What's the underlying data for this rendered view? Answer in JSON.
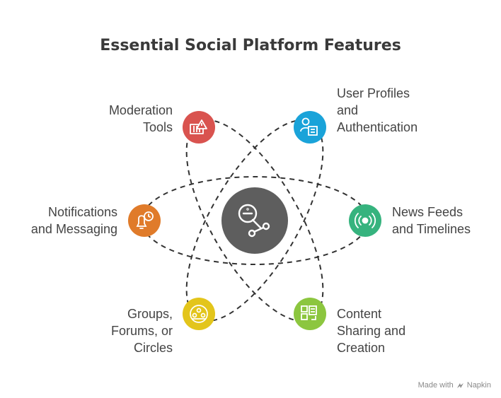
{
  "title": "Essential Social Platform Features",
  "center": {
    "icon": "user-network-icon",
    "color": "#5e5e5e"
  },
  "nodes": [
    {
      "id": "moderation",
      "icon": "dashboard-warning-icon",
      "color": "#d9534f",
      "lines": [
        "Moderation",
        "Tools"
      ]
    },
    {
      "id": "profiles",
      "icon": "user-id-card-icon",
      "color": "#1aa3d9",
      "lines": [
        "User Profiles",
        "and",
        "Authentication"
      ]
    },
    {
      "id": "notifications",
      "icon": "bell-clock-icon",
      "color": "#e07b2a",
      "lines": [
        "Notifications",
        "and Messaging"
      ]
    },
    {
      "id": "feeds",
      "icon": "broadcast-icon",
      "color": "#36b37e",
      "lines": [
        "News Feeds",
        "and Timelines"
      ]
    },
    {
      "id": "groups",
      "icon": "group-circle-icon",
      "color": "#e3c51b",
      "lines": [
        "Groups,",
        "Forums, or",
        "Circles"
      ]
    },
    {
      "id": "content",
      "icon": "content-layout-icon",
      "color": "#8cc63f",
      "lines": [
        "Content",
        "Sharing and",
        "Creation"
      ]
    }
  ],
  "footer": {
    "made_with": "Made with",
    "brand": "Napkin"
  }
}
